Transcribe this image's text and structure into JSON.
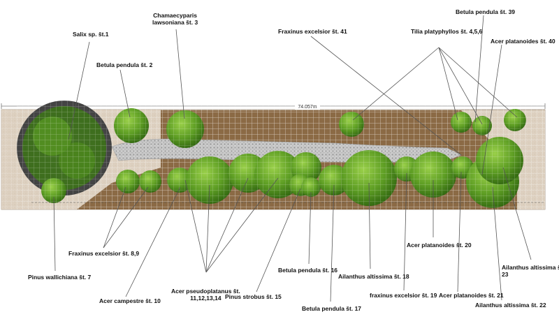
{
  "dimension": "74.057m",
  "colors": {
    "soil": "#8a6a46",
    "sand": "#ddd0c0",
    "path": "#c9c9c9",
    "tree_dark": "#3f7a17",
    "tree_light": "#7bbd34",
    "grid": "#ffffff",
    "leader": "#555555"
  },
  "labels": {
    "salix": "Salix sp. št.1",
    "betula2": "Betula pendula št. 2",
    "chamaecyparis1": "Chamaecyparis",
    "chamaecyparis2": "lawsoniana št. 3",
    "fraxinus41": "Fraxinus excelsior št. 41",
    "betula39": "Betula pendula št. 39",
    "tilia": "Tilia platyphyllos št. 4,5,6",
    "acer40": "Acer platanoides št. 40",
    "fraxinus89": "Fraxinus excelsior št. 8,9",
    "pinus7": "Pinus wallichiana št. 7",
    "acerps1": "Acer pseudoplatanus št.",
    "acerps2": "11,12,13,14",
    "acercamp": "Acer campestre št. 10",
    "pinus15": "Pinus strobus št. 15",
    "betula16": "Betula pendula št. 16",
    "betula17": "Betula pendula št. 17",
    "ail18": "Ailanthus altissima št. 18",
    "frax19": "fraxinus excelsior št. 19",
    "acer20": "Acer platanoides št. 20",
    "acer21": "Acer platanoides št. 21",
    "ail22": "Ailanthus altissima št. 22",
    "ail23a": "Ailanthus altissima št.",
    "ail23b": "23"
  }
}
